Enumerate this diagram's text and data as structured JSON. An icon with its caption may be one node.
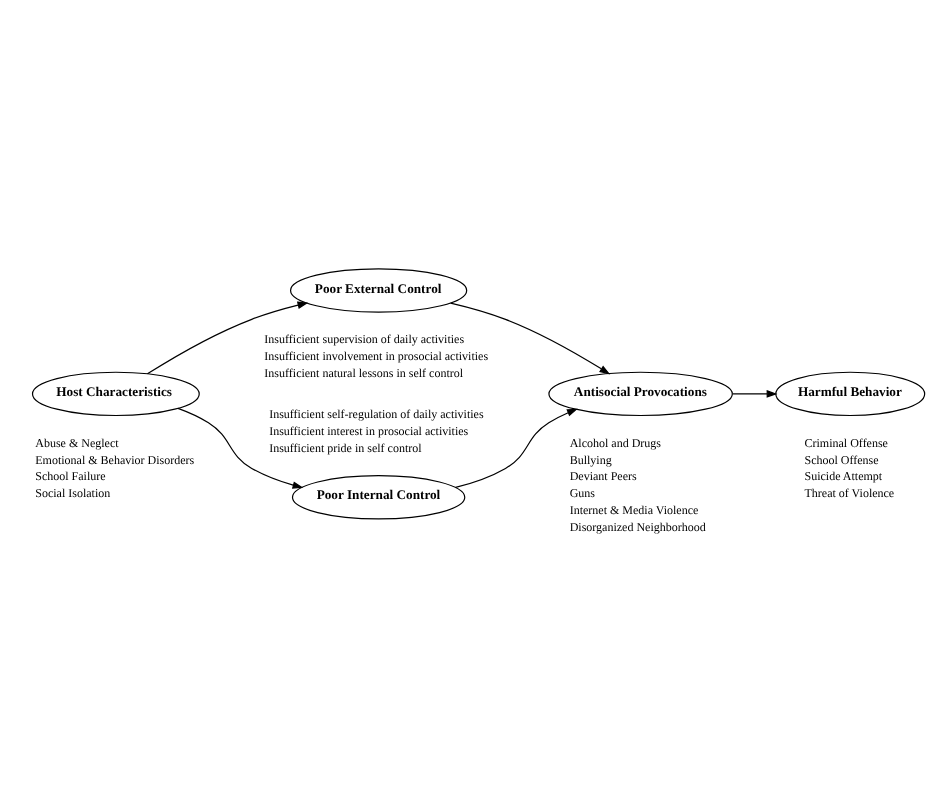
{
  "diagram": {
    "nodes": [
      {
        "text": [
          "Host Characteristics"
        ],
        "beside": [
          "Abuse & Neglect",
          "Emotional & Behavior Disorders",
          "School Failure",
          "Social Isolation"
        ]
      },
      {
        "text": [
          "Poor Internal Control"
        ],
        "beside": [
          "Insufficient self-regulation of daily activities",
          "Insufficient interest in prosocial activities",
          "Insufficient pride in self control"
        ]
      },
      {
        "text": [
          "Poor External Control"
        ],
        "beside": [
          "Insufficient supervision of daily activities",
          "Insufficient involvement in prosocial activities",
          "Insufficient natural lessons in self control"
        ]
      },
      {
        "text": [
          "Antisocial Provocations"
        ],
        "beside": [
          "Alcohol and Drugs",
          "Bullying",
          "Deviant Peers",
          "Guns",
          "Internet & Media Violence",
          "Disorganized Neighborhood"
        ]
      },
      {
        "text": [
          "Harmful Behavior"
        ],
        "beside": [
          "Criminal Offense",
          "School Offense",
          "Suicide Attempt",
          "Threat of Violence"
        ]
      }
    ],
    "edges": [
      {
        "from": 0,
        "to": 1,
        "arrow": "to"
      },
      {
        "from": 0,
        "to": 2,
        "arrow": "to"
      },
      {
        "from": 1,
        "to": 3,
        "arrow": "to"
      },
      {
        "from": 2,
        "to": 3,
        "arrow": "to"
      },
      {
        "from": 3,
        "to": 4,
        "arrow": "to"
      }
    ]
  }
}
